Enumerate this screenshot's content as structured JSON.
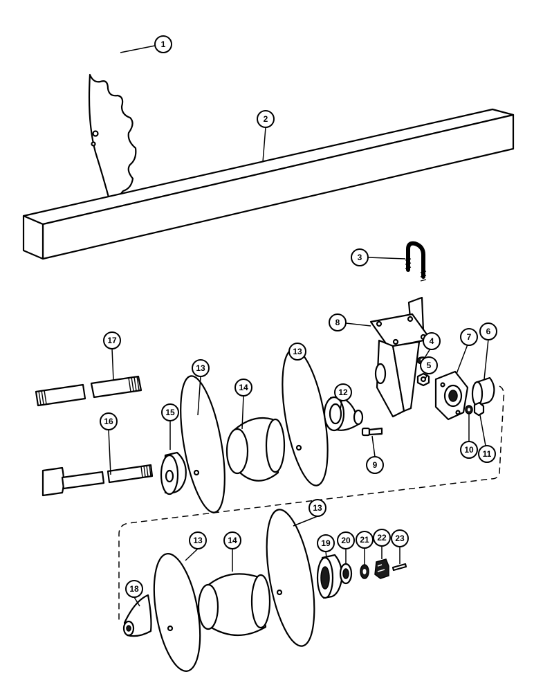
{
  "callouts": [
    {
      "id": "c1",
      "label": "1"
    },
    {
      "id": "c2",
      "label": "2"
    },
    {
      "id": "c3",
      "label": "3"
    },
    {
      "id": "c4",
      "label": "4"
    },
    {
      "id": "c5",
      "label": "5"
    },
    {
      "id": "c6",
      "label": "6"
    },
    {
      "id": "c7",
      "label": "7"
    },
    {
      "id": "c8",
      "label": "8"
    },
    {
      "id": "c9",
      "label": "9"
    },
    {
      "id": "c10",
      "label": "10"
    },
    {
      "id": "c11",
      "label": "11"
    },
    {
      "id": "c12",
      "label": "12"
    },
    {
      "id": "c13a",
      "label": "13"
    },
    {
      "id": "c13b",
      "label": "13"
    },
    {
      "id": "c13c",
      "label": "13"
    },
    {
      "id": "c13d",
      "label": "13"
    },
    {
      "id": "c14a",
      "label": "14"
    },
    {
      "id": "c14b",
      "label": "14"
    },
    {
      "id": "c15",
      "label": "15"
    },
    {
      "id": "c16",
      "label": "16"
    },
    {
      "id": "c17",
      "label": "17"
    },
    {
      "id": "c18",
      "label": "18"
    },
    {
      "id": "c19",
      "label": "19"
    },
    {
      "id": "c20",
      "label": "20"
    },
    {
      "id": "c21",
      "label": "21"
    },
    {
      "id": "c22",
      "label": "22"
    },
    {
      "id": "c23",
      "label": "23"
    }
  ]
}
